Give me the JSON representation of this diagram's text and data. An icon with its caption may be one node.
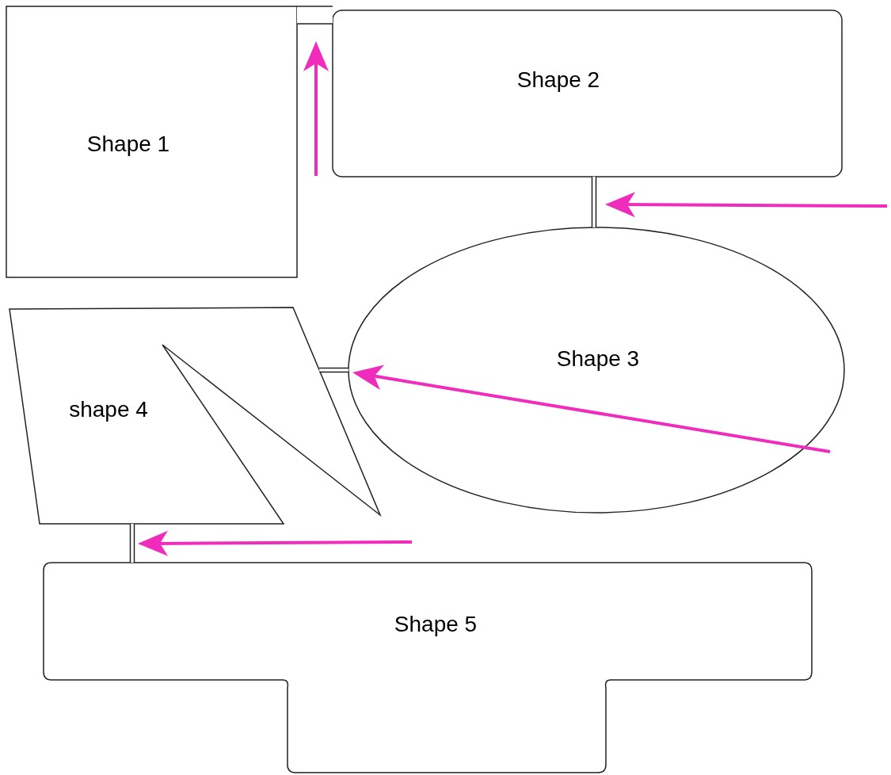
{
  "diagram": {
    "nodes": [
      {
        "text": [
          "Shape 1"
        ]
      },
      {
        "text": [
          "Shape 2"
        ]
      },
      {
        "text": [
          "Shape 3"
        ]
      },
      {
        "text": [
          "shape 4"
        ]
      },
      {
        "text": [
          "Shape 5"
        ]
      }
    ],
    "edges": [
      {
        "from": 0,
        "to": 1,
        "arrow": "none",
        "style": "thick"
      },
      {
        "from": 1,
        "to": 2,
        "arrow": "none"
      },
      {
        "from": 3,
        "to": 2,
        "arrow": "none"
      },
      {
        "from": 3,
        "to": 4,
        "arrow": "none"
      }
    ]
  }
}
